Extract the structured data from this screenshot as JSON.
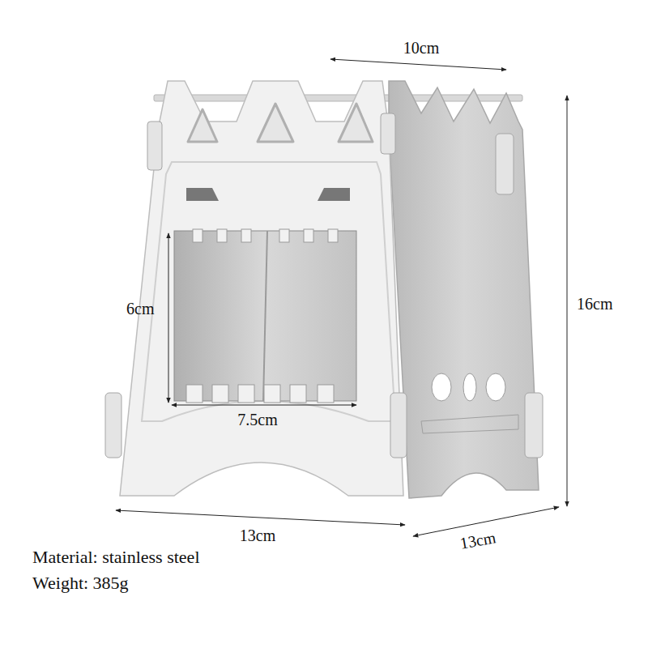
{
  "diagram": {
    "labels": [
      "10cm",
      "16cm",
      "6cm",
      "7.5cm",
      "13cm",
      "13cm",
      "Material: stainless steel",
      "Weight: 385g"
    ]
  }
}
